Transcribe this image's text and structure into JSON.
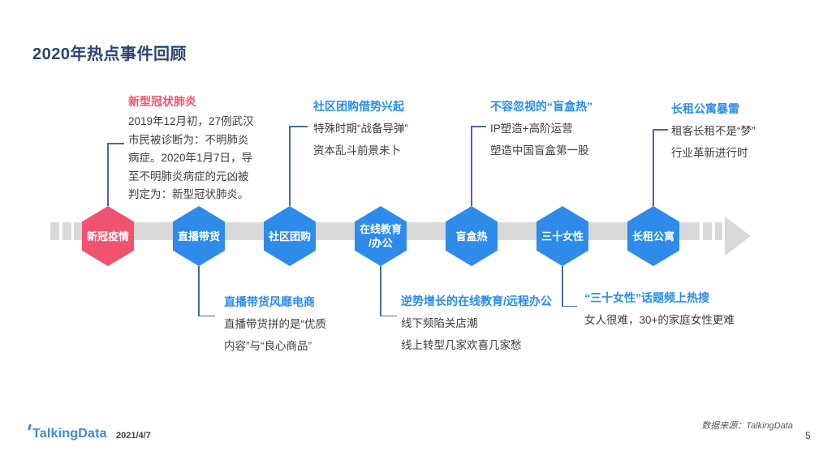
{
  "page": {
    "title": "2020年热点事件回顾",
    "page_number": "5"
  },
  "footer": {
    "logo_text": "TalkingData",
    "date": "2021/4/7",
    "data_source": "数据来源：TalkingData"
  },
  "colors": {
    "accent_pink": "#f0536f",
    "accent_blue": "#2e8be9",
    "timeline_gray": "#d9d9d9",
    "title_navy": "#2a4476",
    "connector_line": "#4a6a9d"
  },
  "timeline": {
    "nodes": [
      {
        "label": "新冠疫情",
        "color": "#f0536f"
      },
      {
        "label": "直播带货",
        "color": "#2e8be9"
      },
      {
        "label": "社区团购",
        "color": "#2e8be9"
      },
      {
        "label": "在线教育\n/办公",
        "color": "#2e8be9"
      },
      {
        "label": "盲盒热",
        "color": "#2e8be9"
      },
      {
        "label": "三十女性",
        "color": "#2e8be9"
      },
      {
        "label": "长租公寓",
        "color": "#2e8be9"
      }
    ]
  },
  "callouts_above": [
    {
      "title": "新型冠状肺炎",
      "title_color": "#f0536f",
      "lines": [
        "2019年12月初，27例武汉",
        "市民被诊断为：不明肺炎",
        "病症。2020年1月7日，导",
        "至不明肺炎病症的元凶被",
        "判定为：新型冠状肺炎。"
      ]
    },
    {
      "title": "社区团购借势兴起",
      "title_color": "#2b8cea",
      "lines": [
        "特殊时期“战备导弹”",
        "资本乱斗前景未卜"
      ]
    },
    {
      "title": "不容忽视的“盲盒热”",
      "title_color": "#2b8cea",
      "lines": [
        "IP塑造+高阶运营",
        "塑造中国盲盒第一股"
      ]
    },
    {
      "title": "长租公寓暴雷",
      "title_color": "#2b8cea",
      "lines": [
        "租客长租不是“梦”",
        "行业革新进行时"
      ]
    }
  ],
  "callouts_below": [
    {
      "title": "直播带货风靡电商",
      "title_color": "#2b8cea",
      "lines": [
        "直播带货拼的是“优质",
        "内容”与“良心商品”"
      ]
    },
    {
      "title": "逆势增长的在线教育/远程办公",
      "title_color": "#2b8cea",
      "lines": [
        "线下频陷关店潮",
        "线上转型几家欢喜几家愁"
      ]
    },
    {
      "title": "“三十女性”话题频上热搜",
      "title_color": "#2b8cea",
      "lines": [
        "女人很难，30+的家庭女性更难"
      ]
    }
  ]
}
